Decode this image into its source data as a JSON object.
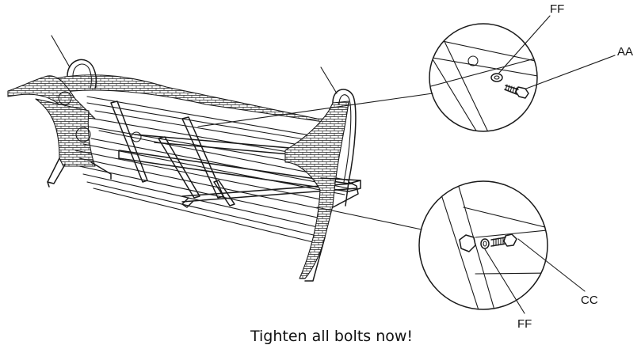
{
  "diagram": {
    "labels": {
      "ff_top": "FF",
      "aa": "AA",
      "cc": "CC",
      "ff_bottom": "FF"
    },
    "caption": "Tighten all bolts now!"
  }
}
